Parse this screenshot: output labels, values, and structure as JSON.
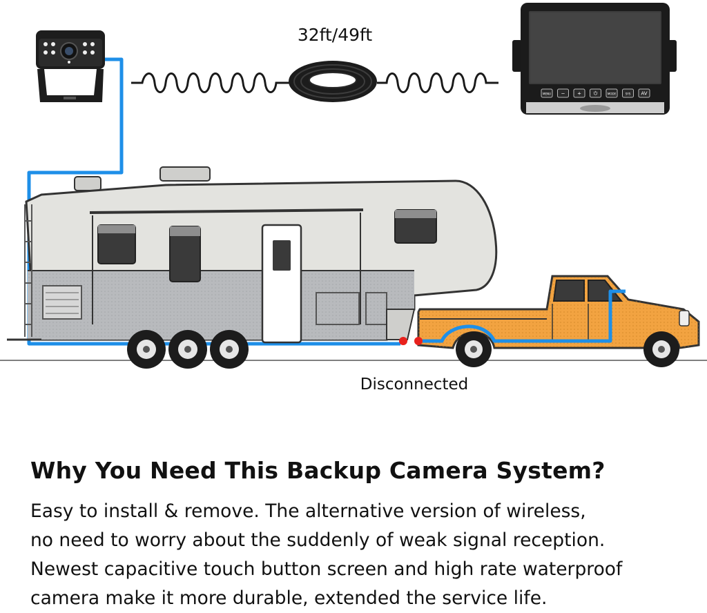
{
  "labels": {
    "cable_length": "32ft/49ft",
    "connection_status": "Disconnected"
  },
  "monitor": {
    "buttons": [
      "MENU",
      "−",
      "+",
      "⏻",
      "MODE",
      "SYS",
      "AV"
    ]
  },
  "heading": "Why You Need This Backup Camera System?",
  "description": {
    "lines": [
      "Easy to install & remove. The alternative version of wireless,",
      "no need to worry about the suddenly of weak signal reception.",
      "Newest capacitive touch button screen and high rate waterproof",
      "camera make it more durable, extended the service life."
    ]
  },
  "colors": {
    "cable_blue": "#1e8fe8",
    "trailer_body": "#e3e3df",
    "trailer_lower": "#b8babd",
    "truck_orange": "#f2a341",
    "connector_red": "#e8211d"
  }
}
